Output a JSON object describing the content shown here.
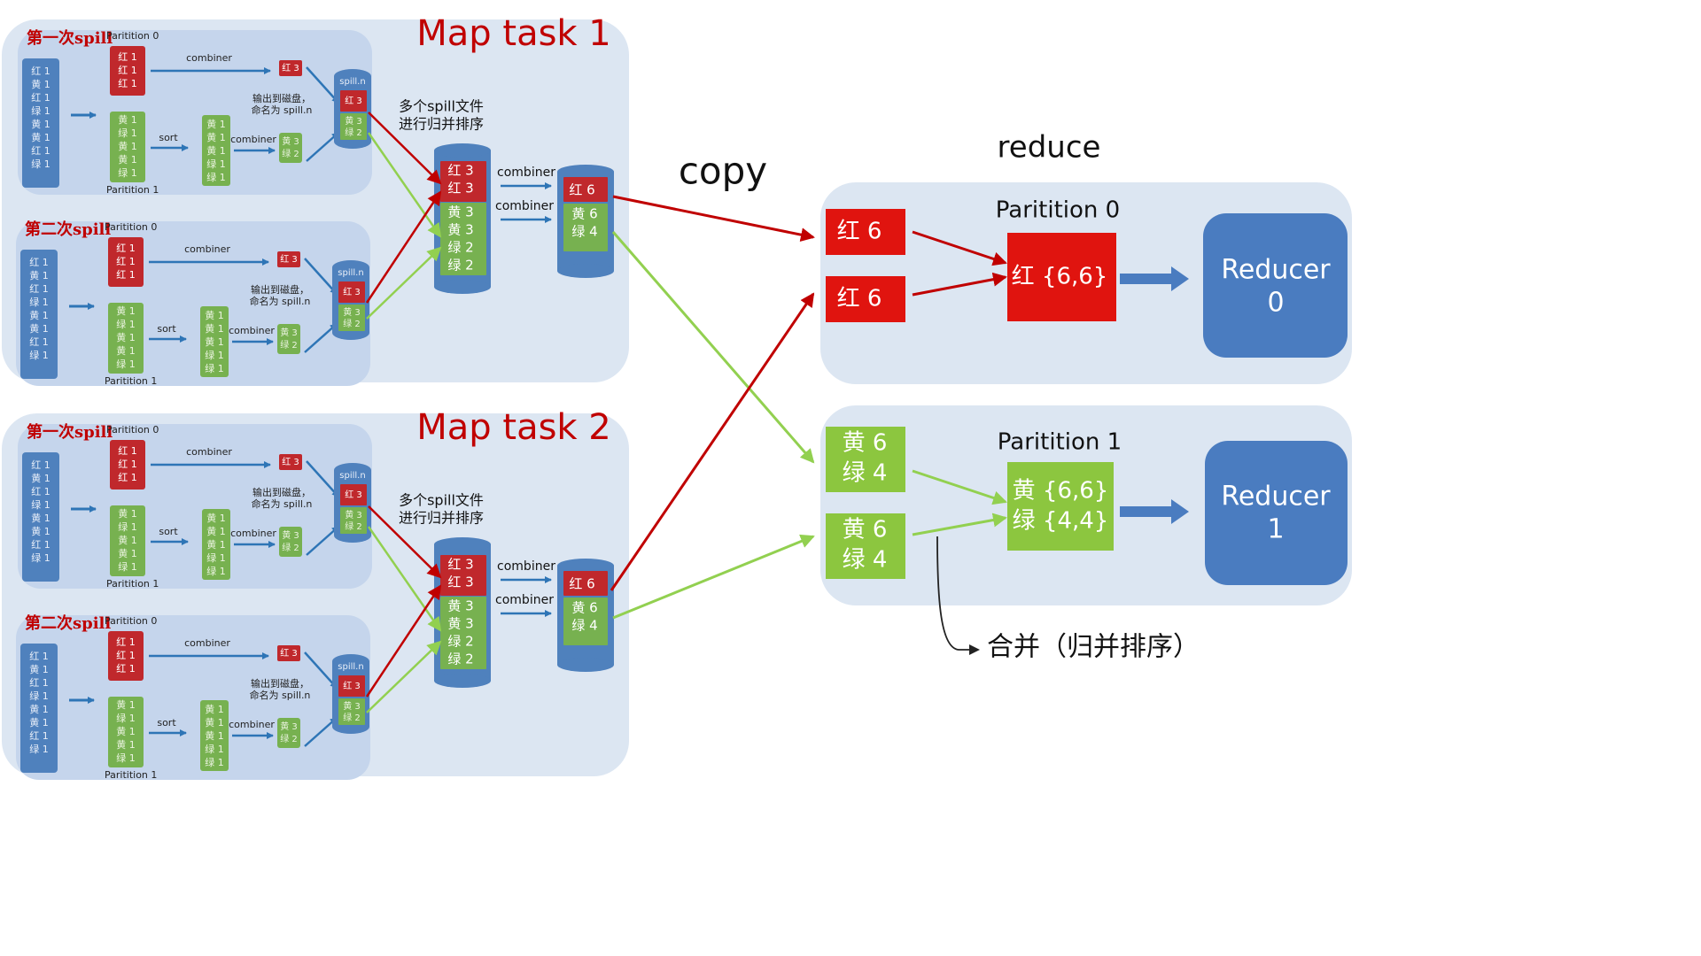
{
  "map_tasks": [
    {
      "title": "Map task 1",
      "merge_note": [
        "多个spill文件",
        "进行归并排序"
      ],
      "spills": [
        {
          "label": "第一次spill"
        },
        {
          "label": "第二次spill"
        }
      ],
      "merged": [
        "红 3",
        "红 3",
        "黄 3",
        "黄 3",
        "绿 2",
        "绿 2"
      ],
      "combined": [
        "红 6",
        "黄 6",
        "绿 4"
      ]
    },
    {
      "title": "Map task 2",
      "merge_note": [
        "多个spill文件",
        "进行归并排序"
      ],
      "spills": [
        {
          "label": "第一次spill"
        },
        {
          "label": "第二次spill"
        }
      ],
      "merged": [
        "红 3",
        "红 3",
        "黄 3",
        "黄 3",
        "绿 2",
        "绿 2"
      ],
      "combined": [
        "红 6",
        "黄 6",
        "绿 4"
      ]
    }
  ],
  "spill_detail": {
    "input": [
      "红 1",
      "黄 1",
      "红 1",
      "绿 1",
      "黄 1",
      "黄 1",
      "红 1",
      "绿 1"
    ],
    "partition0_label": "Paritition 0",
    "partition1_label": "Paritition 1",
    "red_group": [
      "红 1",
      "红 1",
      "红 1"
    ],
    "yg_group": [
      "黄 1",
      "绿 1",
      "黄 1",
      "黄 1",
      "绿 1"
    ],
    "sorted_group": [
      "黄 1",
      "黄 1",
      "黄 1",
      "绿 1",
      "绿 1"
    ],
    "combiner_label": "combiner",
    "sort_label": "sort",
    "red_combined": "红 3",
    "yg_combined": [
      "黄 3",
      "绿 2"
    ],
    "disk_note": [
      "输出到磁盘，",
      "命名为 spill.n"
    ],
    "spill_file_label": "spill.n",
    "spill_file": [
      "红 3",
      "黄 3",
      "绿 2"
    ]
  },
  "combiner_label": "combiner",
  "copy_label": "copy",
  "reduce_label": "reduce",
  "partitions": [
    {
      "label": "Paritition 0",
      "inputs": [
        [
          "红 6"
        ],
        [
          "红 6"
        ]
      ],
      "merged": [
        "红 {6,6}"
      ],
      "reducer": [
        "Reducer",
        "0"
      ]
    },
    {
      "label": "Paritition 1",
      "inputs": [
        [
          "黄 6",
          "绿 4"
        ],
        [
          "黄 6",
          "绿 4"
        ]
      ],
      "merged": [
        "黄 {6,6}",
        "绿 {4,4}"
      ],
      "reducer": [
        "Reducer",
        "1"
      ]
    }
  ],
  "merge_caption": "合并（归并排序）",
  "colors": {
    "panel_bg": "#dce6f2",
    "panel_inner": "#c5d5ec",
    "blue_box": "#4f81bd",
    "red_box": "#c0282c",
    "green_box": "#77b150",
    "bright_red": "#e0140f",
    "bright_green": "#8cc63f",
    "reducer_blue": "#4a7cc0",
    "arrow_red": "#c00000",
    "arrow_green": "#92d050",
    "arrow_blue": "#2e75b6",
    "title_red": "#c00000"
  }
}
